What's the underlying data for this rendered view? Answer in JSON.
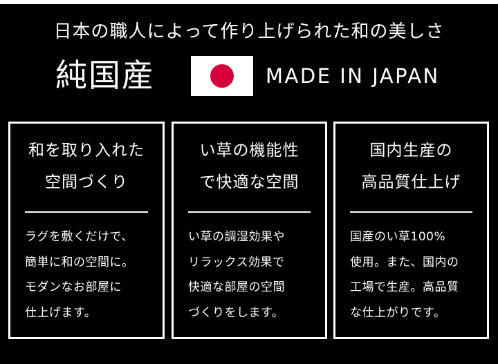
{
  "header": {
    "tagline": "日本の職人によって作り上げられた和の美しさ",
    "title": "純国産",
    "flag": {
      "icon": "japan-flag-icon",
      "sun_color": "#d7003a",
      "background": "#ffffff"
    },
    "made_in": "MADE IN JAPAN"
  },
  "features": [
    {
      "title_lines": [
        "和を取り入れた",
        "空間づくり"
      ],
      "body_lines": [
        "ラグを敷くだけで、",
        "簡単に和の空間に。",
        "モダンなお部屋に",
        "仕上げます。"
      ]
    },
    {
      "title_lines": [
        "い草の機能性",
        "で快適な空間"
      ],
      "body_lines": [
        "い草の調湿効果や",
        "リラックス効果で",
        "快適な部屋の空間",
        "づくりをします。"
      ]
    },
    {
      "title_lines": [
        "国内生産の",
        "高品質仕上げ"
      ],
      "body_lines": [
        "国産のい草100%",
        "使用。また、国内の",
        "工場で生産。高品質",
        "な仕上がりです。"
      ]
    }
  ],
  "colors": {
    "background": "#000000",
    "text": "#ffffff",
    "accent_red": "#d7003a"
  }
}
